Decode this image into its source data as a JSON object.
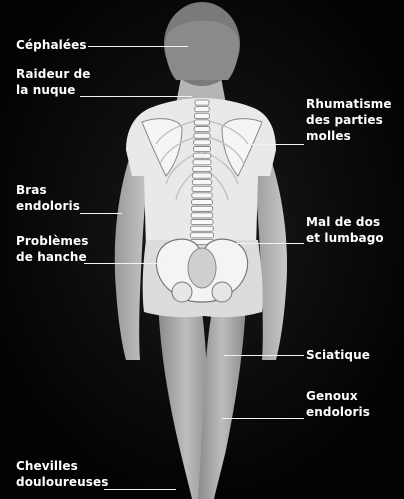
{
  "labels": {
    "cephalees": "Céphalées",
    "raideur": "Raideur de\nla nuque",
    "rhumatisme": "Rhumatisme\ndes parties\nmolles",
    "bras": "Bras\nendoloris",
    "mal_de_dos": "Mal de dos\net lumbago",
    "hanche": "Problèmes\nde hanche",
    "sciatique": "Sciatique",
    "genoux": "Genoux\nendoloris",
    "chevilles": "Chevilles\ndouloureuses"
  },
  "colors": {
    "background": "#050505",
    "text": "#ffffff",
    "skin": "#b8b8b8",
    "shirt": "#e8e8e8",
    "bone": "#f7f7f7",
    "hair": "#777777"
  }
}
